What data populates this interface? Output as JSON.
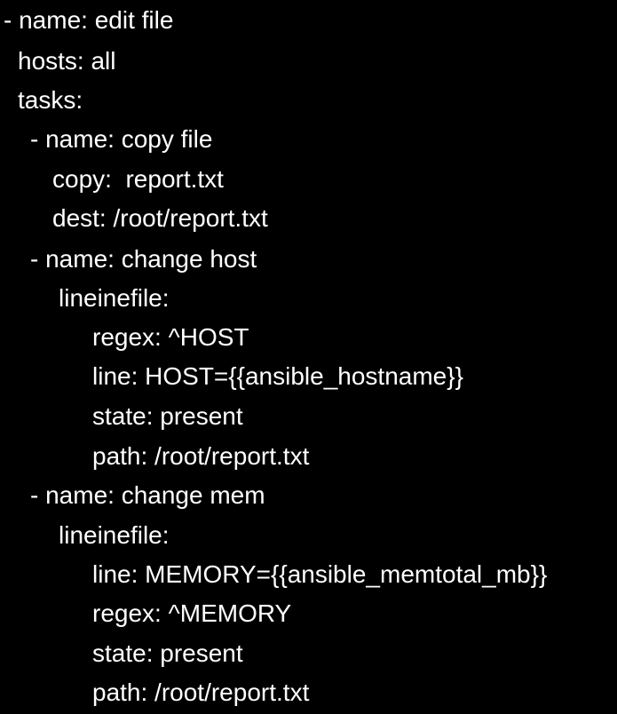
{
  "document": {
    "background_color": "#000000",
    "text_color": "#ffffff",
    "lines": [
      "- name: edit file",
      "hosts: all",
      "tasks:",
      "- name: copy file",
      "copy:  report.txt",
      "dest: /root/report.txt",
      "- name: change host",
      "lineinefile:",
      "regex: ^HOST",
      "line: HOST={{ansible_hostname}}",
      "state: present",
      "path: /root/report.txt",
      "- name: change mem",
      "lineinefile:",
      "line: MEMORY={{ansible_memtotal_mb}}",
      "regex: ^MEMORY",
      "state: present",
      "path: /root/report.txt"
    ]
  }
}
